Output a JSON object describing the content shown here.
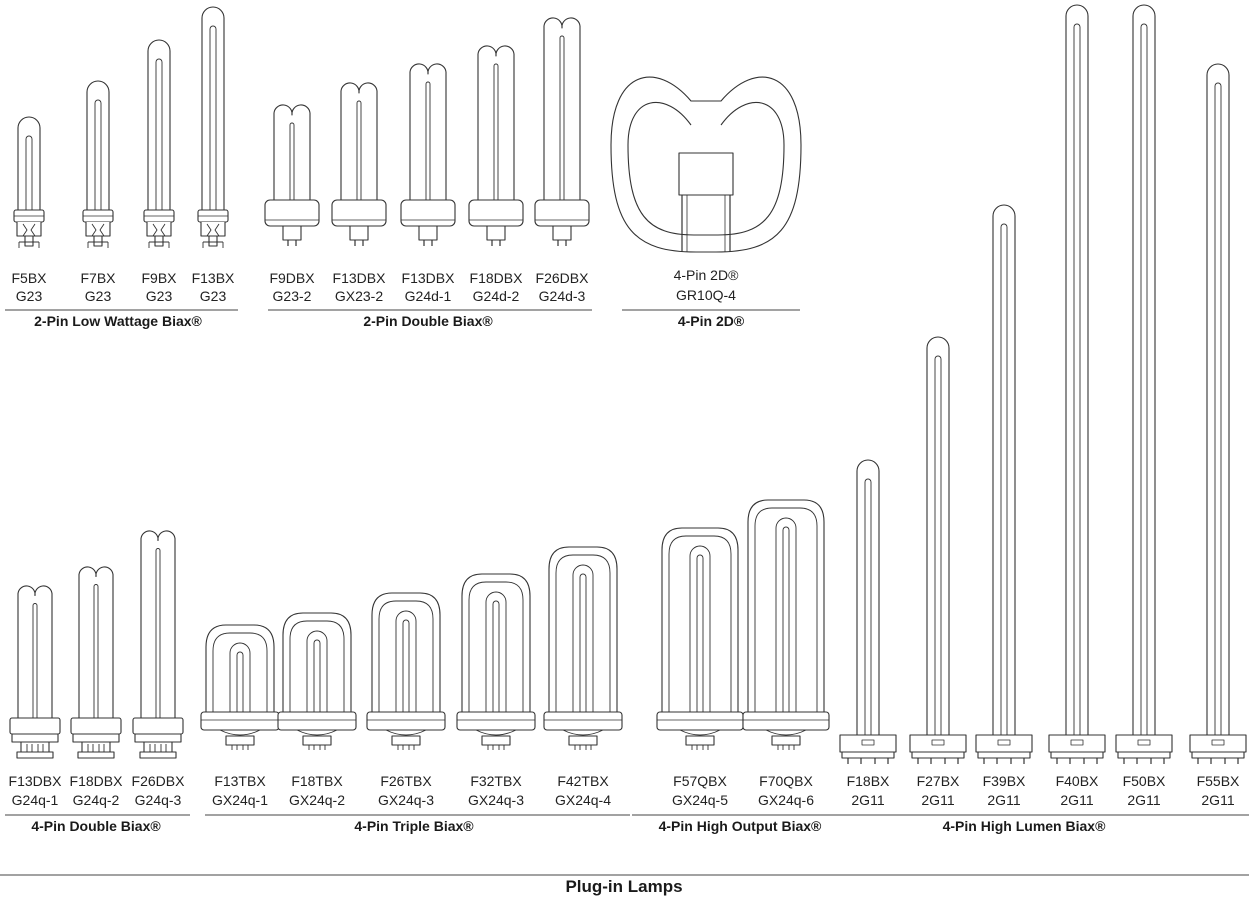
{
  "title": "Plug-in Lamps",
  "groups": [
    {
      "title": "2-Pin Low Wattage Biax®",
      "lamps": [
        {
          "name": "F5BX",
          "base": "G23"
        },
        {
          "name": "F7BX",
          "base": "G23"
        },
        {
          "name": "F9BX",
          "base": "G23"
        },
        {
          "name": "F13BX",
          "base": "G23"
        }
      ]
    },
    {
      "title": "2-Pin Double Biax®",
      "lamps": [
        {
          "name": "F9DBX",
          "base": "G23-2"
        },
        {
          "name": "F13DBX",
          "base": "GX23-2"
        },
        {
          "name": "F13DBX",
          "base": "G24d-1"
        },
        {
          "name": "F18DBX",
          "base": "G24d-2"
        },
        {
          "name": "F26DBX",
          "base": "G24d-3"
        }
      ]
    },
    {
      "title": "4-Pin 2D®",
      "lamps": [
        {
          "name": "4-Pin 2D®",
          "base": "GR10Q-4"
        }
      ]
    },
    {
      "title": "4-Pin Double Biax®",
      "lamps": [
        {
          "name": "F13DBX",
          "base": "G24q-1"
        },
        {
          "name": "F18DBX",
          "base": "G24q-2"
        },
        {
          "name": "F26DBX",
          "base": "G24q-3"
        }
      ]
    },
    {
      "title": "4-Pin Triple Biax®",
      "lamps": [
        {
          "name": "F13TBX",
          "base": "GX24q-1"
        },
        {
          "name": "F18TBX",
          "base": "GX24q-2"
        },
        {
          "name": "F26TBX",
          "base": "GX24q-3"
        },
        {
          "name": "F32TBX",
          "base": "GX24q-3"
        },
        {
          "name": "F42TBX",
          "base": "GX24q-4"
        }
      ]
    },
    {
      "title": "4-Pin High Output Biax®",
      "lamps": [
        {
          "name": "F57QBX",
          "base": "GX24q-5"
        },
        {
          "name": "F70QBX",
          "base": "GX24q-6"
        }
      ]
    },
    {
      "title": "4-Pin High Lumen Biax®",
      "lamps": [
        {
          "name": "F18BX",
          "base": "2G11"
        },
        {
          "name": "F27BX",
          "base": "2G11"
        },
        {
          "name": "F39BX",
          "base": "2G11"
        },
        {
          "name": "F40BX",
          "base": "2G11"
        },
        {
          "name": "F50BX",
          "base": "2G11"
        },
        {
          "name": "F55BX",
          "base": "2G11"
        }
      ]
    }
  ]
}
